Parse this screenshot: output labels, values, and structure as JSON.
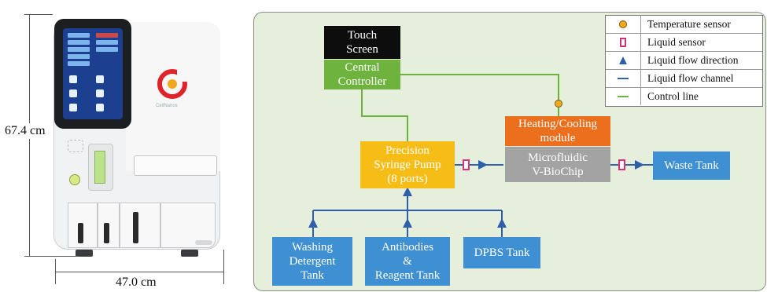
{
  "device": {
    "height_label": "67.4 cm",
    "width_label": "47.0 cm",
    "brand_text": "CellNanos"
  },
  "diagram": {
    "boxes": {
      "touch_screen": "Touch\nScreen",
      "central_controller": "Central\nController",
      "heating_cooling": "Heating/Cooling\nmodule",
      "microfluidic": "Microfluidic\nV-BioChip",
      "waste_tank": "Waste Tank",
      "syringe_pump": "Precision\nSyringe Pump\n(8 ports)",
      "washing_detergent": "Washing\nDetergent\nTank",
      "antibodies_reagent": "Antibodies\n&\nReagent Tank",
      "dpbs_tank": "DPBS Tank"
    },
    "legend": [
      {
        "symbol": "temperature-sensor",
        "label": "Temperature sensor"
      },
      {
        "symbol": "liquid-sensor",
        "label": "Liquid sensor"
      },
      {
        "symbol": "liquid-flow-direction",
        "label": "Liquid flow direction"
      },
      {
        "symbol": "liquid-flow-channel",
        "label": "Liquid flow channel"
      },
      {
        "symbol": "control-line",
        "label": "Control line"
      }
    ],
    "colors": {
      "panel_bg": "#e6efdc",
      "control_line": "#6fb33f",
      "flow_channel": "#2f5fa8",
      "temperature_sensor": "#f0a81c",
      "liquid_sensor": "#d6347a"
    }
  }
}
